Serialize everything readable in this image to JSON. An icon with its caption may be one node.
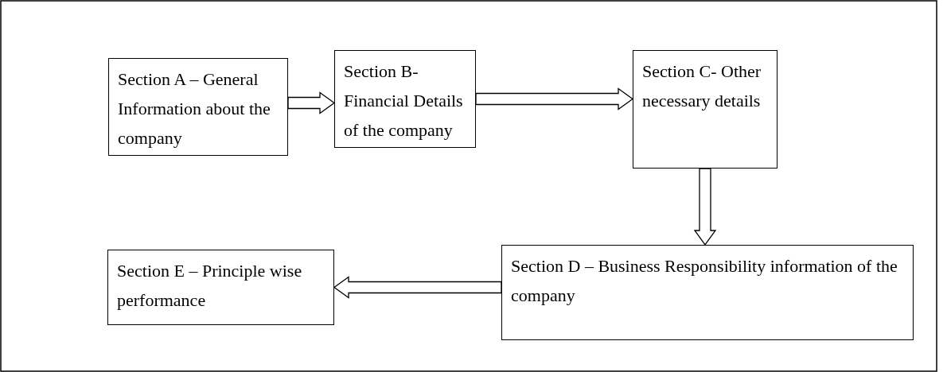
{
  "diagram": {
    "nodes": [
      {
        "text": [
          "Section A – General Information about the company"
        ]
      },
      {
        "text": [
          "Section B- Financial Details of the company"
        ]
      },
      {
        "text": [
          "Section C- Other necessary details"
        ]
      },
      {
        "text": [
          "Section D – Business Responsibility information of the company"
        ]
      },
      {
        "text": [
          "Section E – Principle wise performance"
        ]
      }
    ],
    "edges": [
      {
        "from": 0,
        "to": 1,
        "arrow": "to"
      },
      {
        "from": 1,
        "to": 2,
        "arrow": "to"
      },
      {
        "from": 2,
        "to": 3,
        "arrow": "to"
      },
      {
        "from": 3,
        "to": 4,
        "arrow": "to"
      }
    ]
  }
}
